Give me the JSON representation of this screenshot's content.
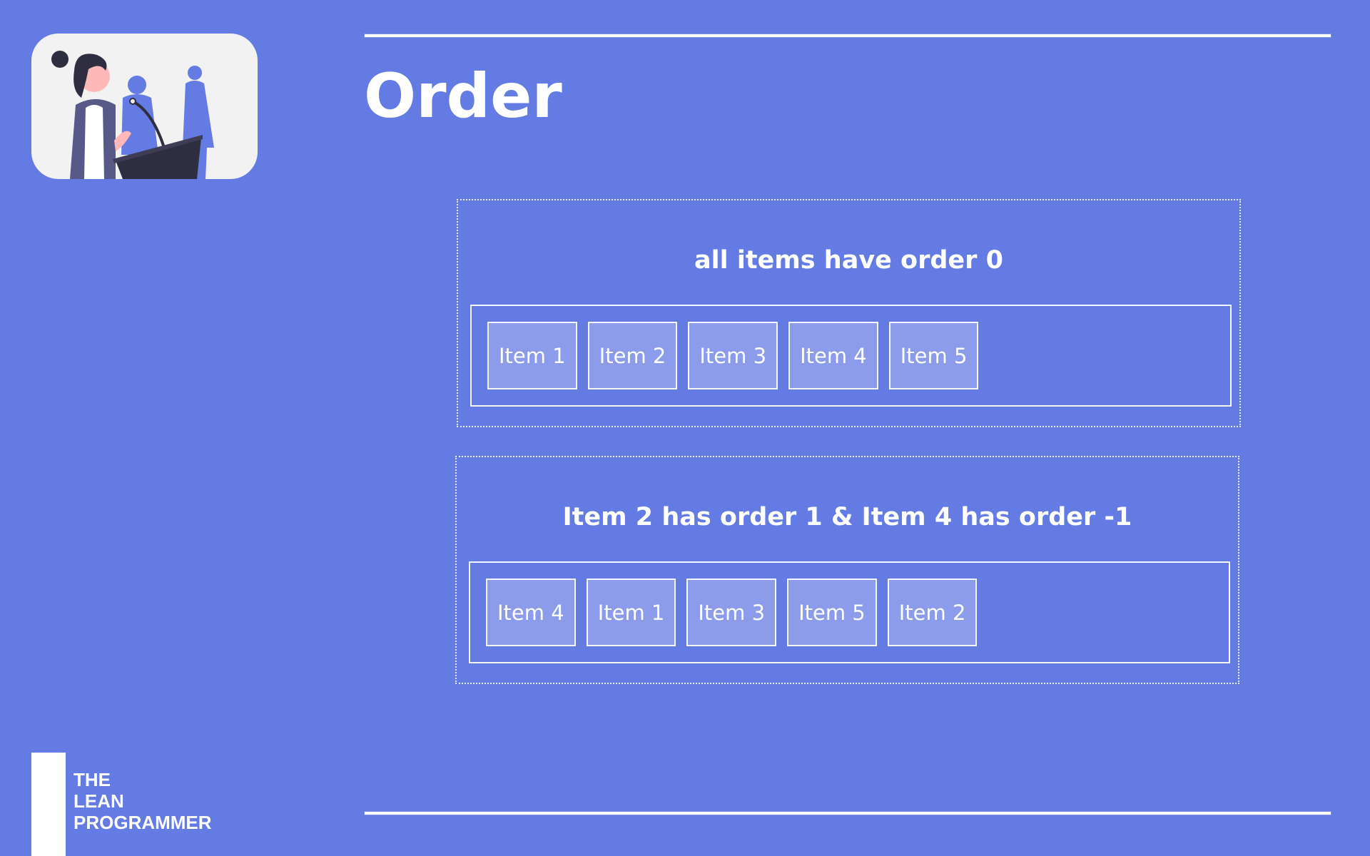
{
  "slide": {
    "title": "Order"
  },
  "demos": [
    {
      "caption": "all items have order 0",
      "items": [
        "Item 1",
        "Item 2",
        "Item 3",
        "Item 4",
        "Item 5"
      ]
    },
    {
      "caption": "Item 2 has order 1 & Item 4 has order -1",
      "items": [
        "Item 4",
        "Item 1",
        "Item 3",
        "Item 5",
        "Item 2"
      ]
    }
  ],
  "brand": {
    "line1": "THE",
    "line2": "LEAN",
    "line3": "PROGRAMMER"
  },
  "colors": {
    "background": "#637be2",
    "item_fill": "#8c9cea",
    "foreground": "#ffffff"
  },
  "icons": {
    "illustration": "speaker-at-podium-illustration"
  }
}
